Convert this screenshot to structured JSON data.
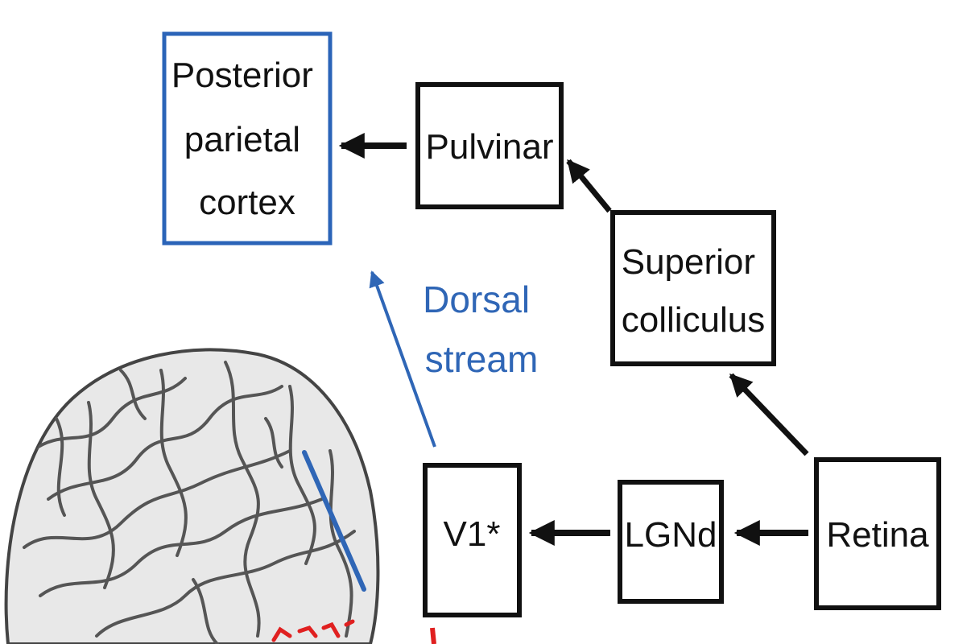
{
  "colors": {
    "node_stroke": "#111111",
    "ppc_stroke": "#2b64b8",
    "arrow": "#111111",
    "dorsal": "#2f66b6",
    "marker_red": "#e02020"
  },
  "nodes": {
    "ppc": {
      "lines": [
        "Posterior",
        "parietal",
        "cortex"
      ]
    },
    "pulvinar": {
      "lines": [
        "Pulvinar"
      ]
    },
    "sc": {
      "lines": [
        "Superior",
        "colliculus"
      ]
    },
    "v1": {
      "lines": [
        "V1*"
      ]
    },
    "lgnd": {
      "lines": [
        "LGNd"
      ]
    },
    "retina": {
      "lines": [
        "Retina"
      ]
    }
  },
  "dorsal_stream": {
    "lines": [
      "Dorsal",
      "stream"
    ]
  },
  "brain": {
    "icon": "brain-illustration-icon"
  }
}
